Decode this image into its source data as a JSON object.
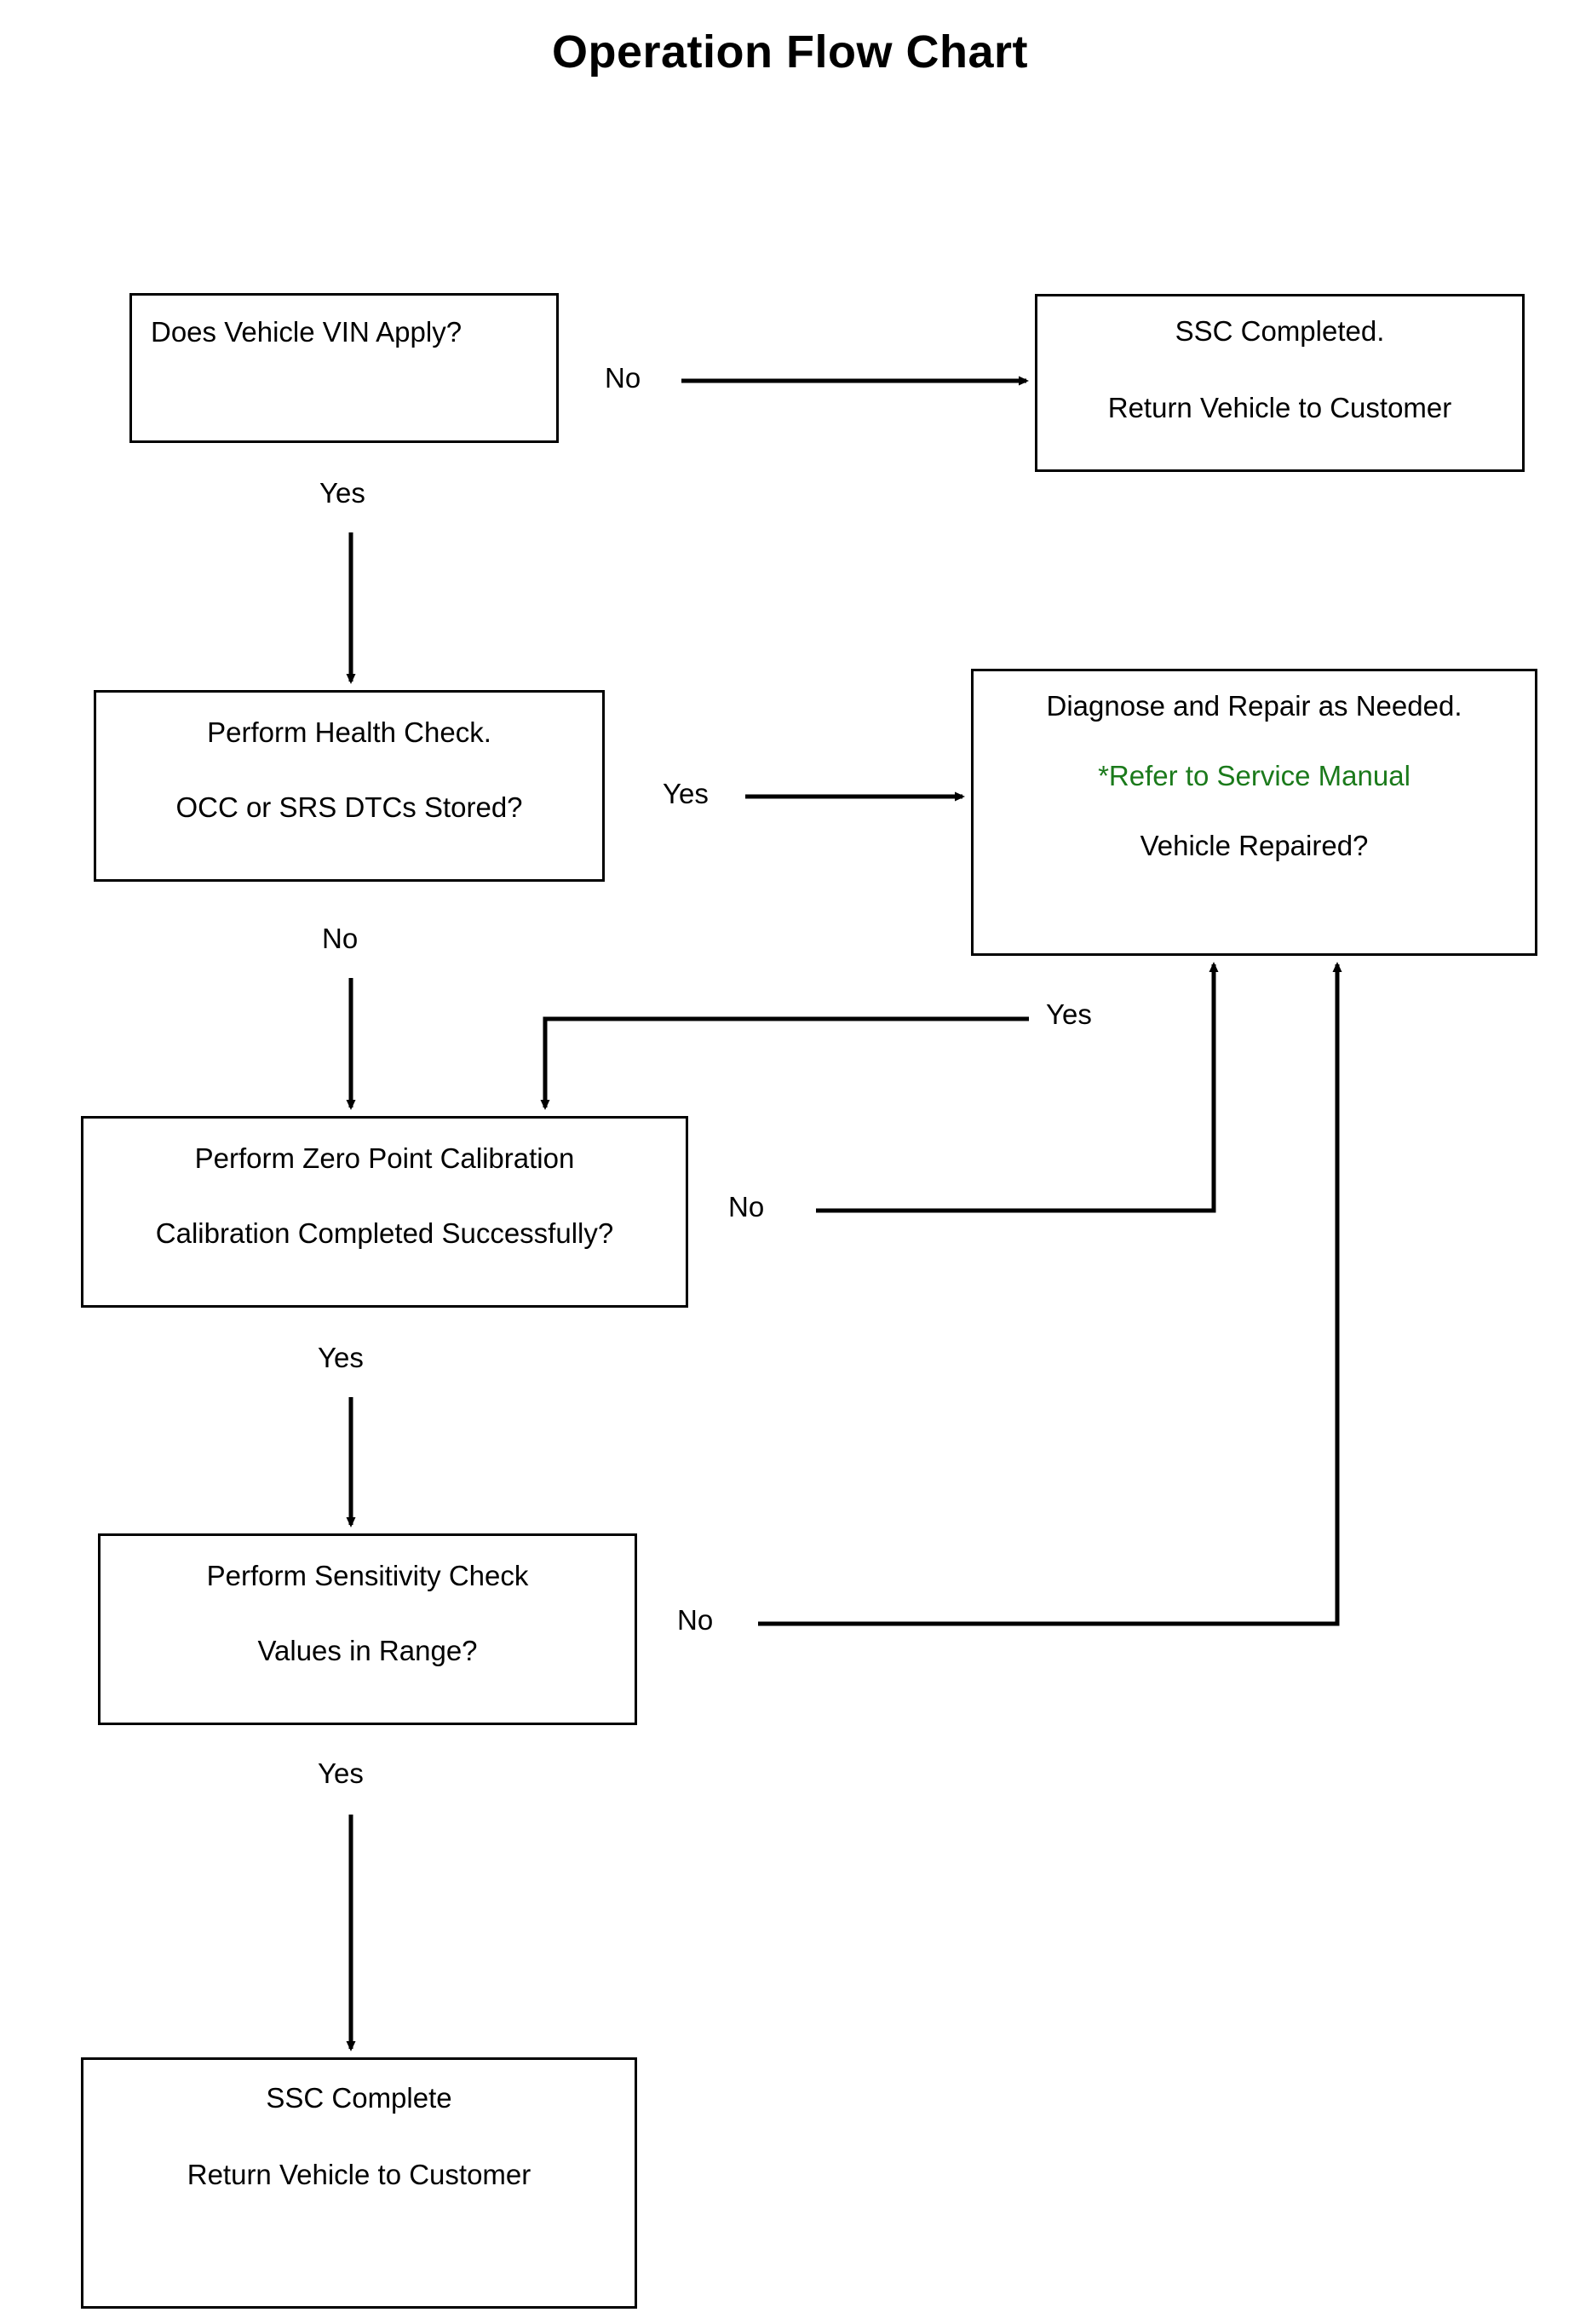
{
  "title": "Operation Flow Chart",
  "colors": {
    "background": "#ffffff",
    "stroke": "#000000",
    "text": "#000000",
    "accent_green": "#1b7a1b"
  },
  "chart_data": {
    "type": "diagram",
    "subtype": "flowchart",
    "title": "Operation Flow Chart",
    "orientation": "top-to-bottom",
    "nodes": [
      {
        "id": "vin",
        "shape": "rectangle",
        "lines": [
          "Does Vehicle VIN Apply?"
        ],
        "align": "left"
      },
      {
        "id": "ssc_completed",
        "shape": "rectangle",
        "lines": [
          "SSC Completed.",
          "Return Vehicle to Customer"
        ],
        "align": "center"
      },
      {
        "id": "health_check",
        "shape": "rectangle",
        "lines": [
          "Perform Health Check.",
          "OCC or SRS DTCs Stored?"
        ],
        "align": "center"
      },
      {
        "id": "diagnose",
        "shape": "rectangle",
        "lines": [
          "Diagnose and Repair as Needed.",
          "*Refer to Service Manual",
          "Vehicle Repaired?"
        ],
        "line_colors": [
          "#000000",
          "#1b7a1b",
          "#000000"
        ],
        "align": "center"
      },
      {
        "id": "calibration",
        "shape": "rectangle",
        "lines": [
          "Perform Zero Point Calibration",
          "Calibration Completed Successfully?"
        ],
        "align": "center"
      },
      {
        "id": "sensitivity",
        "shape": "rectangle",
        "lines": [
          "Perform Sensitivity Check",
          "Values in Range?"
        ],
        "align": "center"
      },
      {
        "id": "ssc_complete",
        "shape": "rectangle",
        "lines": [
          "SSC Complete",
          "Return Vehicle to Customer"
        ],
        "align": "center"
      }
    ],
    "edges": [
      {
        "from": "vin",
        "to": "ssc_completed",
        "label": "No"
      },
      {
        "from": "vin",
        "to": "health_check",
        "label": "Yes"
      },
      {
        "from": "health_check",
        "to": "diagnose",
        "label": "Yes"
      },
      {
        "from": "health_check",
        "to": "calibration",
        "label": "No"
      },
      {
        "from": "diagnose",
        "to": "calibration",
        "label": "Yes"
      },
      {
        "from": "calibration",
        "to": "diagnose",
        "label": "No"
      },
      {
        "from": "calibration",
        "to": "sensitivity",
        "label": "Yes"
      },
      {
        "from": "sensitivity",
        "to": "diagnose",
        "label": "No"
      },
      {
        "from": "sensitivity",
        "to": "ssc_complete",
        "label": "Yes"
      }
    ]
  },
  "nodes": {
    "vin": {
      "l1": "Does Vehicle VIN Apply?"
    },
    "ssc_completed": {
      "l1": "SSC Completed.",
      "l2": "Return Vehicle to Customer"
    },
    "health_check": {
      "l1": "Perform Health Check.",
      "l2": "OCC or SRS DTCs Stored?"
    },
    "diagnose": {
      "l1": "Diagnose and Repair as Needed.",
      "l2": "*Refer to Service Manual",
      "l3": "Vehicle Repaired?"
    },
    "calibration": {
      "l1": "Perform Zero Point Calibration",
      "l2": "Calibration Completed Successfully?"
    },
    "sensitivity": {
      "l1": "Perform Sensitivity Check",
      "l2": "Values in Range?"
    },
    "ssc_complete": {
      "l1": "SSC Complete",
      "l2": "Return Vehicle to Customer"
    }
  },
  "edge_labels": {
    "vin_no": "No",
    "vin_yes": "Yes",
    "health_yes": "Yes",
    "health_no": "No",
    "diagnose_yes": "Yes",
    "calibration_no": "No",
    "calibration_yes": "Yes",
    "sensitivity_no": "No",
    "sensitivity_yes": "Yes"
  }
}
